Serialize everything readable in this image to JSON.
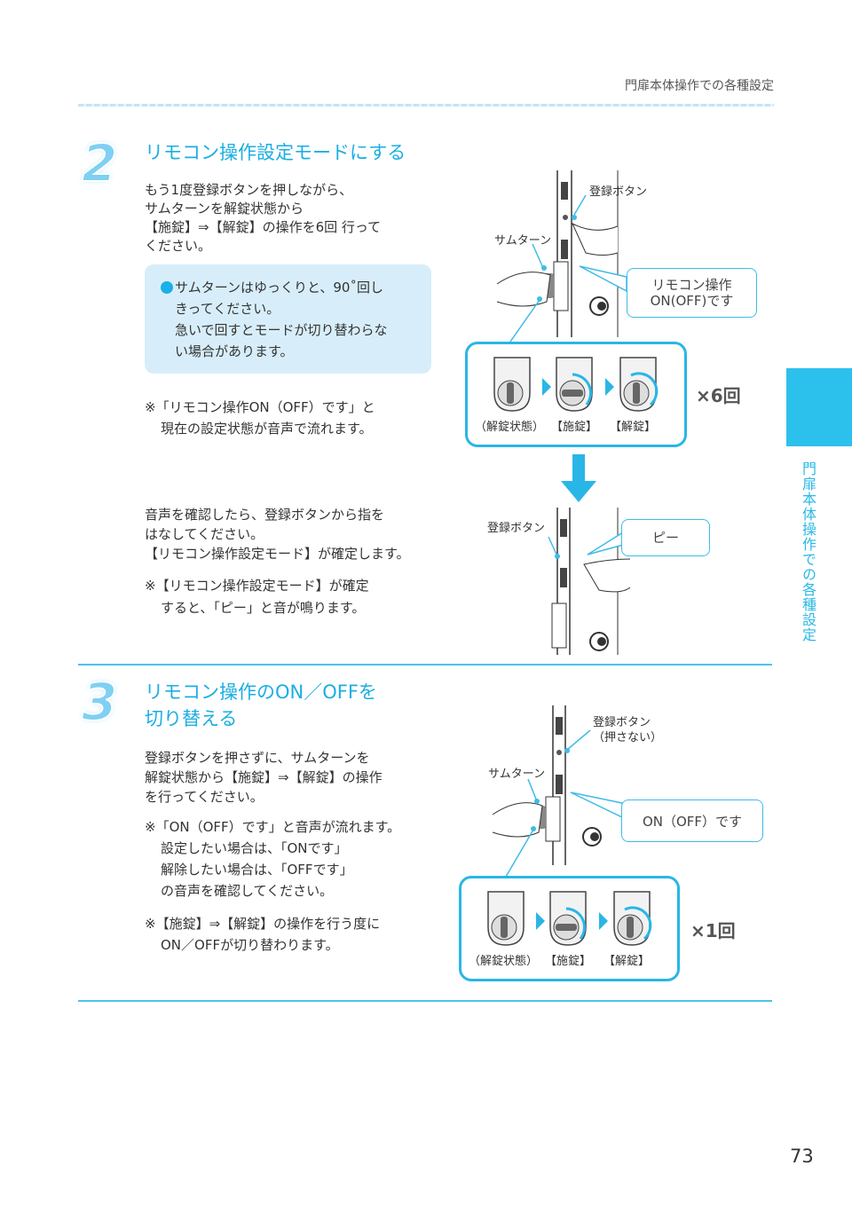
{
  "header": {
    "section_title": "門扉本体操作での各種設定"
  },
  "step2": {
    "number": "2",
    "title": "リモコン操作設定モードにする",
    "body": [
      "もう1度登録ボタンを押しながら、",
      "サムターンを解錠状態から",
      "【施錠】⇒【解錠】の操作を6回 行って",
      "ください。"
    ],
    "tip": [
      "サムターンはゆっくりと、90˚回し",
      "きってください。",
      "急いで回すとモードが切り替わらな",
      "い場合があります。"
    ],
    "note1": [
      "※「リモコン操作ON（OFF）です」と",
      "現在の設定状態が音声で流れます。"
    ],
    "body2": [
      "音声を確認したら、登録ボタンから指を",
      "はなしてください。",
      "【リモコン操作設定モード】が確定します。"
    ],
    "note2": [
      "※【リモコン操作設定モード】が確定",
      "すると、「ピー」と音が鳴ります。"
    ],
    "figure1": {
      "register_button": "登録ボタン",
      "thumbturn": "サムターン",
      "bubble": [
        "リモコン操作",
        "ON(OFF)です"
      ],
      "states": [
        "（解錠状態）",
        "【施錠】",
        "【解錠】"
      ],
      "times": "×6回"
    },
    "figure2": {
      "register_button": "登録ボタン",
      "bubble": "ピー"
    }
  },
  "step3": {
    "number": "3",
    "title": [
      "リモコン操作のON／OFFを",
      "切り替える"
    ],
    "body": [
      "登録ボタンを押さずに、サムターンを",
      "解錠状態から【施錠】⇒【解錠】の操作",
      "を行ってください。"
    ],
    "note1": [
      "※「ON（OFF）です」と音声が流れます。",
      "設定したい場合は、「ONです」",
      "解除したい場合は、「OFFです」",
      "の音声を確認してください。"
    ],
    "note2": [
      "※【施錠】⇒【解錠】の操作を行う度に",
      "ON／OFFが切り替わります。"
    ],
    "figure": {
      "register_button": "登録ボタン",
      "not_pressed": "（押さない）",
      "thumbturn": "サムターン",
      "bubble": "ON（OFF）です",
      "states": [
        "（解錠状態）",
        "【施錠】",
        "【解錠】"
      ],
      "times": "×1回"
    }
  },
  "side_tab": {
    "label": "門扉本体操作での各種設定"
  },
  "page_number": "73",
  "colors": {
    "accent": "#1aaee2",
    "tip_bg": "#d7eefa",
    "tab": "#2cc0ec"
  }
}
